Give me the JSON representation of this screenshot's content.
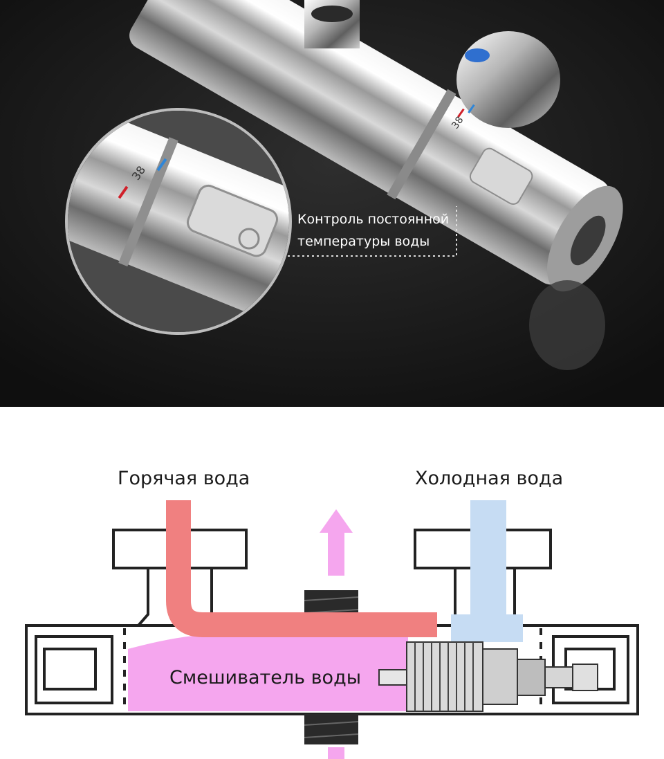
{
  "photo": {
    "scale_number": "38",
    "callout_line1": "Контроль постоянной",
    "callout_line2": "температуры воды",
    "colors": {
      "hot_mark": "#d0202a",
      "cold_mark": "#2f86d8"
    }
  },
  "diagram": {
    "hot_label": "Горячая вода",
    "cold_label": "Холодная вода",
    "mixer_label": "Смешиватель воды",
    "colors": {
      "hot": "#f08080",
      "cold": "#c6dcf3",
      "mix": "#f5a6ee"
    }
  }
}
